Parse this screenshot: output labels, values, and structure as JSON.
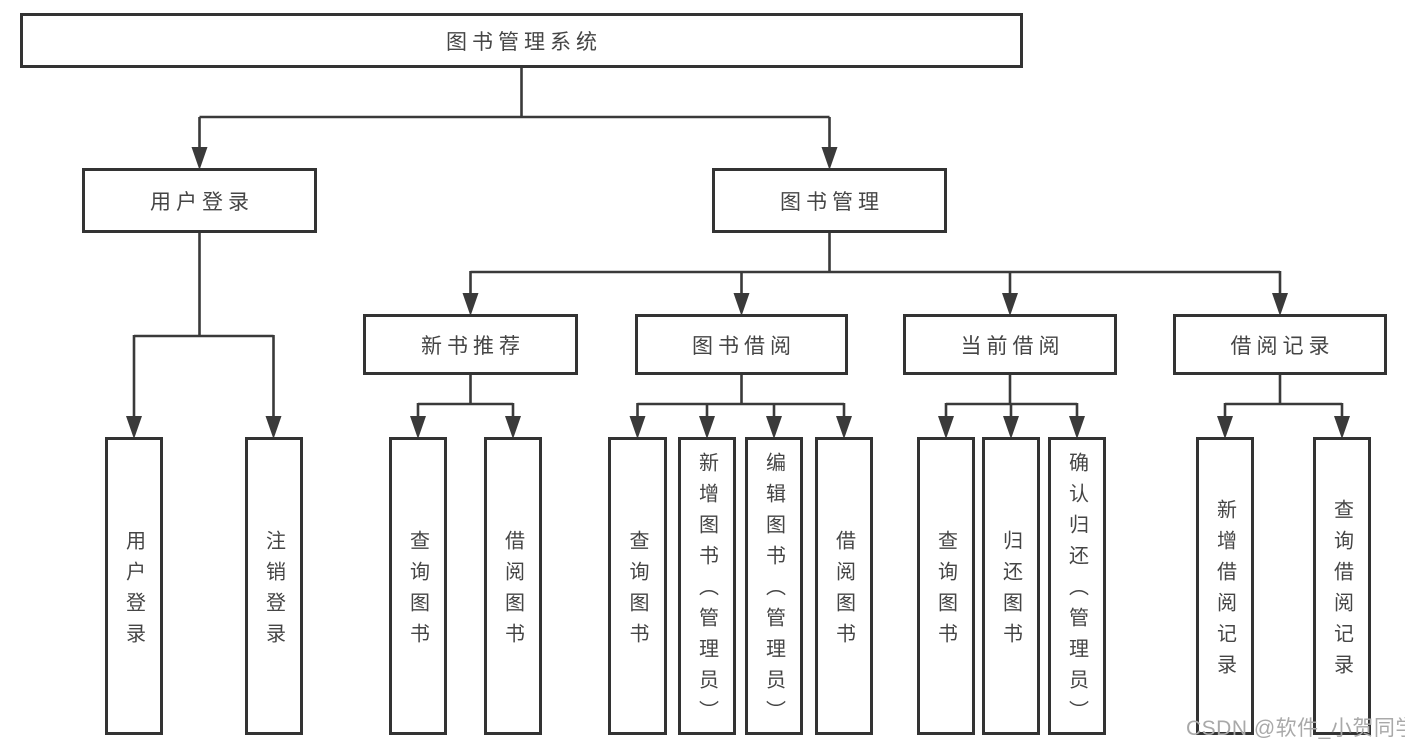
{
  "diagram": {
    "type": "hierarchy-tree",
    "tree": {
      "root": {
        "label": "图书管理系统"
      },
      "level2": [
        {
          "label": "用户登录"
        },
        {
          "label": "图书管理"
        }
      ],
      "level3": [
        {
          "label": "新书推荐",
          "parent": "图书管理"
        },
        {
          "label": "图书借阅",
          "parent": "图书管理"
        },
        {
          "label": "当前借阅",
          "parent": "图书管理"
        },
        {
          "label": "借阅记录",
          "parent": "图书管理"
        }
      ],
      "leaves": [
        {
          "label": "用户登录",
          "parent": "用户登录"
        },
        {
          "label": "注销登录",
          "parent": "用户登录"
        },
        {
          "label": "查询图书",
          "parent": "新书推荐"
        },
        {
          "label": "借阅图书",
          "parent": "新书推荐"
        },
        {
          "label": "查询图书",
          "parent": "图书借阅"
        },
        {
          "label": "新增图书（管理员）",
          "parent": "图书借阅"
        },
        {
          "label": "编辑图书（管理员）",
          "parent": "图书借阅"
        },
        {
          "label": "借阅图书",
          "parent": "图书借阅"
        },
        {
          "label": "查询图书",
          "parent": "当前借阅"
        },
        {
          "label": "归还图书",
          "parent": "当前借阅"
        },
        {
          "label": "确认归还（管理员）",
          "parent": "当前借阅"
        },
        {
          "label": "新增借阅记录",
          "parent": "借阅记录"
        },
        {
          "label": "查询借阅记录",
          "parent": "借阅记录"
        }
      ]
    }
  },
  "watermark": "CSDN @软件_小贺同学",
  "colors": {
    "line": "#3a3a3a",
    "box_border": "#333333",
    "text": "#454545",
    "watermark": "#a9a9a9",
    "background": "#ffffff"
  }
}
